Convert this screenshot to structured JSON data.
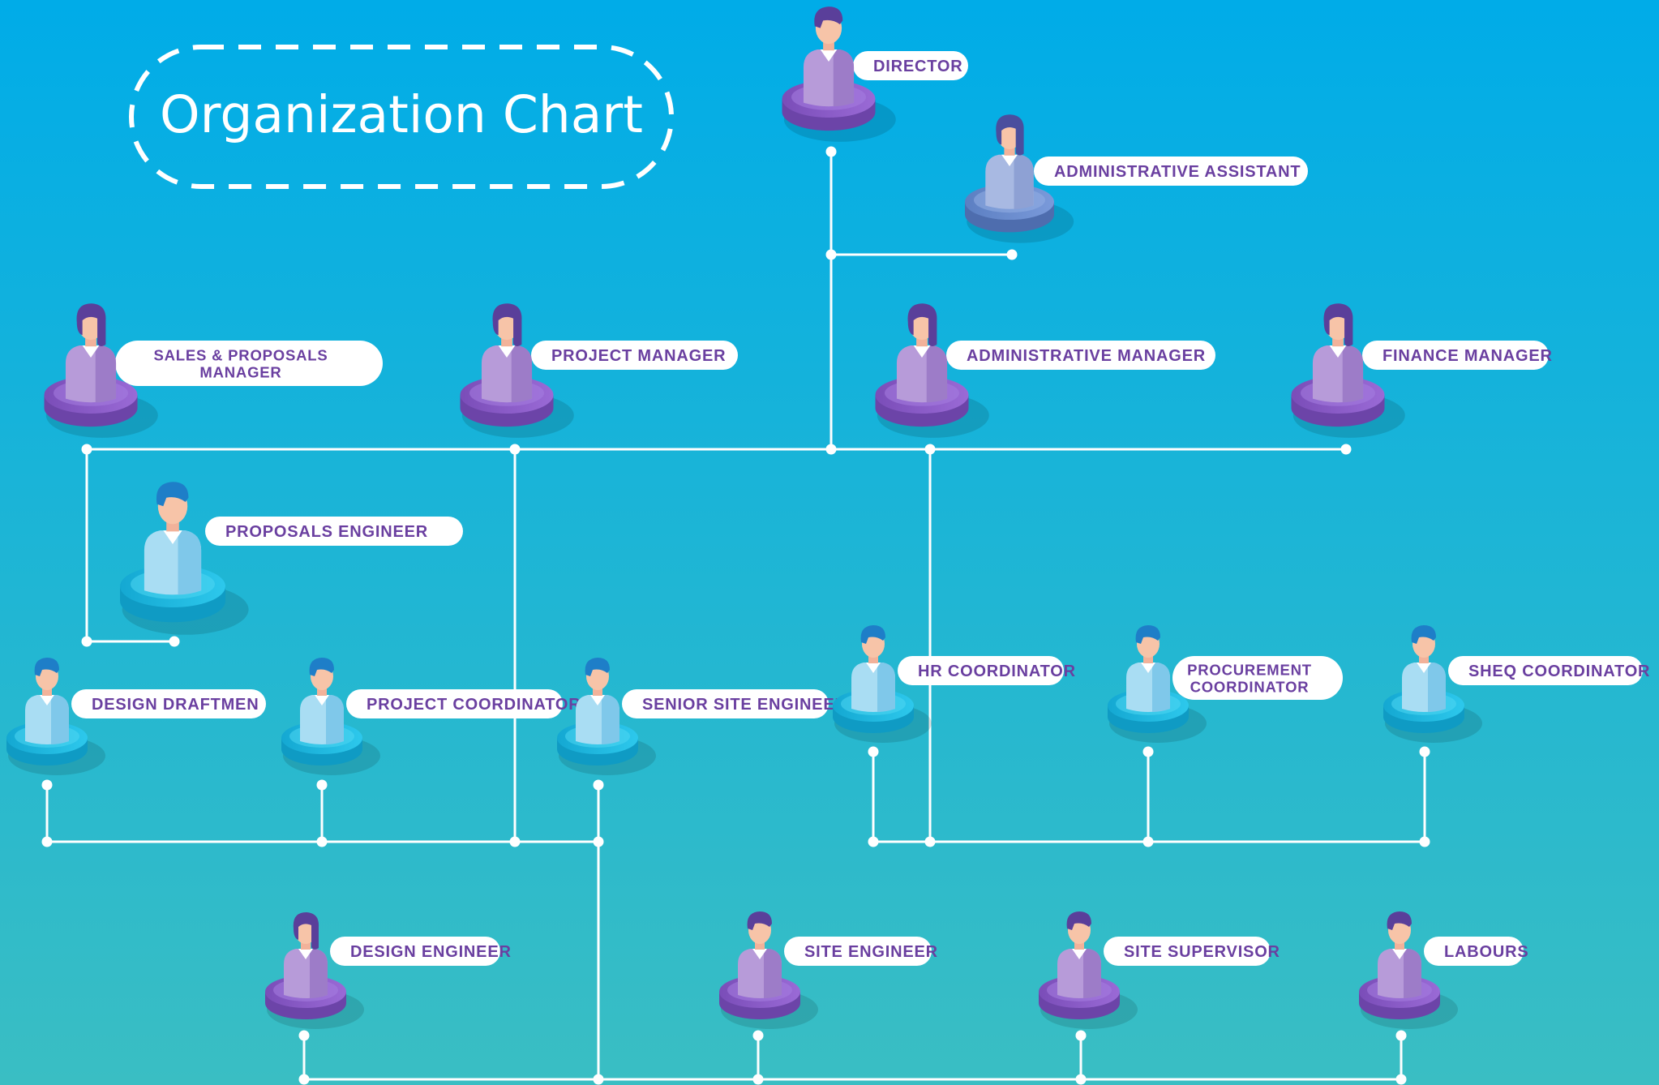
{
  "title": "Organization Chart",
  "colors": {
    "bg_top": "#00ACE8",
    "bg_bottom": "#3ABEC3",
    "line": "#FFFFFF",
    "label_text": "#6A3FA0",
    "purple_disc": "#8E5CCB",
    "blue_disc": "#1DB7DE"
  },
  "positions": {
    "director": {
      "label": [
        "DIRECTOR"
      ],
      "gender": "male",
      "theme": "purple"
    },
    "administrative_assistant": {
      "label": [
        "ADMINISTRATIVE ASSISTANT"
      ],
      "gender": "female",
      "theme": "steel"
    },
    "sales_proposals_manager": {
      "label": [
        "SALES & PROPOSALS",
        "MANAGER"
      ],
      "gender": "female",
      "theme": "purple"
    },
    "project_manager": {
      "label": [
        "PROJECT MANAGER"
      ],
      "gender": "female",
      "theme": "purple"
    },
    "administrative_manager": {
      "label": [
        "ADMINISTRATIVE MANAGER"
      ],
      "gender": "female",
      "theme": "purple"
    },
    "finance_manager": {
      "label": [
        "FINANCE MANAGER"
      ],
      "gender": "female",
      "theme": "purple"
    },
    "proposals_engineer": {
      "label": [
        "PROPOSALS ENGINEER"
      ],
      "gender": "male",
      "theme": "blue"
    },
    "design_draftmen": {
      "label": [
        "DESIGN DRAFTMEN"
      ],
      "gender": "male",
      "theme": "blue"
    },
    "project_coordinator": {
      "label": [
        "PROJECT COORDINATOR"
      ],
      "gender": "male",
      "theme": "blue"
    },
    "senior_site_engineer": {
      "label": [
        "SENIOR SITE ENGINEER"
      ],
      "gender": "male",
      "theme": "blue"
    },
    "hr_coordinator": {
      "label": [
        "HR COORDINATOR"
      ],
      "gender": "male",
      "theme": "blue"
    },
    "procurement_coordinator": {
      "label": [
        "PROCUREMENT",
        "COORDINATOR"
      ],
      "gender": "male",
      "theme": "blue"
    },
    "sheq_coordinator": {
      "label": [
        "SHEQ COORDINATOR"
      ],
      "gender": "male",
      "theme": "blue"
    },
    "design_engineer": {
      "label": [
        "DESIGN ENGINEER"
      ],
      "gender": "female",
      "theme": "purple"
    },
    "site_engineer": {
      "label": [
        "SITE ENGINEER"
      ],
      "gender": "male",
      "theme": "purple"
    },
    "site_supervisor": {
      "label": [
        "SITE SUPERVISOR"
      ],
      "gender": "male",
      "theme": "purple"
    },
    "labours": {
      "label": [
        "LABOURS"
      ],
      "gender": "male",
      "theme": "purple"
    }
  },
  "reporting": [
    {
      "from": "director",
      "to": [
        "administrative_assistant",
        "sales_proposals_manager",
        "project_manager",
        "administrative_manager",
        "finance_manager"
      ]
    },
    {
      "from": "sales_proposals_manager",
      "to": [
        "proposals_engineer"
      ]
    },
    {
      "from": "project_manager",
      "to": [
        "design_draftmen",
        "project_coordinator",
        "senior_site_engineer"
      ]
    },
    {
      "from": "administrative_manager",
      "to": [
        "hr_coordinator",
        "procurement_coordinator",
        "sheq_coordinator"
      ]
    },
    {
      "from": "senior_site_engineer",
      "to": [
        "design_engineer",
        "site_engineer",
        "site_supervisor",
        "labours"
      ]
    }
  ]
}
